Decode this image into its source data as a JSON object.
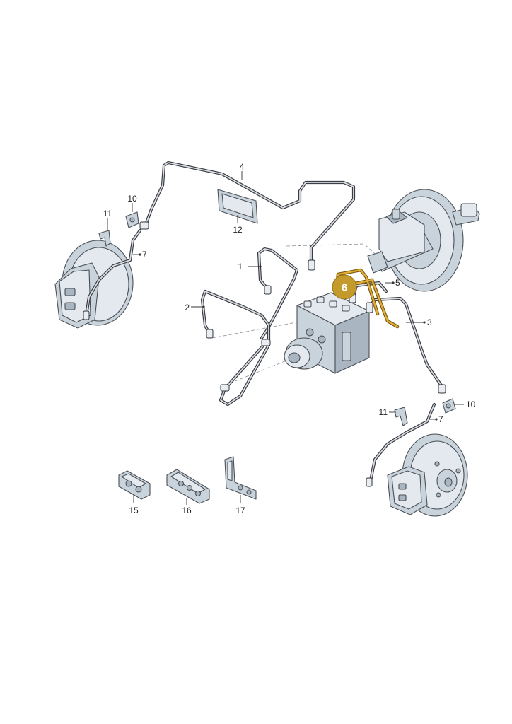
{
  "diagram": {
    "highlight_color": "#c49a2c",
    "pipe_color": "#3a3e44",
    "part_color": "#c9d3dc",
    "callouts": {
      "c1": "1",
      "c2": "2",
      "c3": "3",
      "c4": "4",
      "c5": "5",
      "c6": "6",
      "c7a": "7",
      "c7b": "7",
      "c10a": "10",
      "c10b": "10",
      "c11a": "11",
      "c11b": "11",
      "c12": "12",
      "c15": "15",
      "c16": "16",
      "c17": "17"
    }
  }
}
